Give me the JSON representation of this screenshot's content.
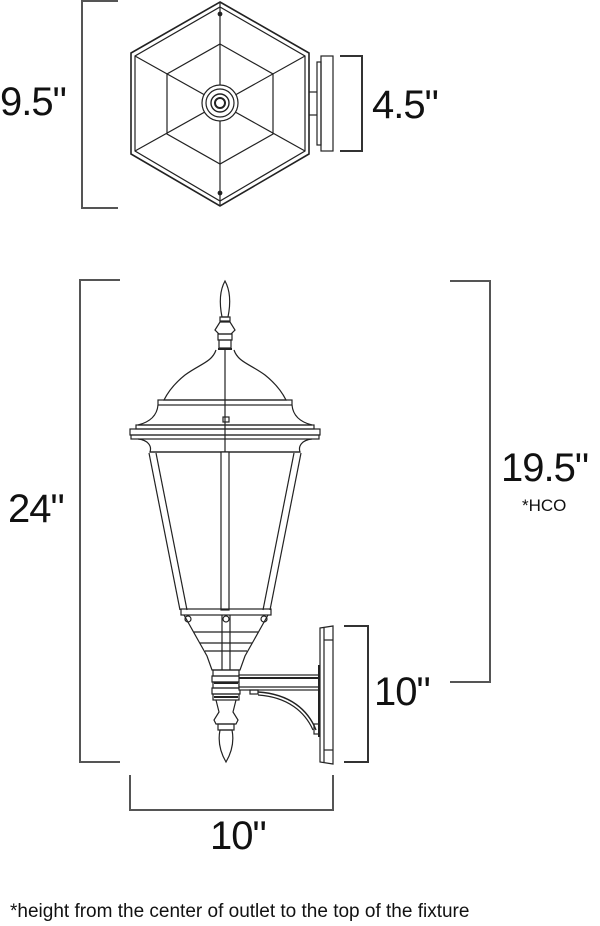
{
  "top_view": {
    "overall_width_label": "9.5\"",
    "backplate_width_label": "4.5\""
  },
  "front_view": {
    "overall_height_label": "24\"",
    "hco_height_label": "19.5\"",
    "hco_note": "*HCO",
    "backplate_height_label": "10\"",
    "extension_label": "10\""
  },
  "footnote": "*height from the center of outlet to the top of the fixture",
  "colors": {
    "line": "#222222",
    "dimension_line": "#555555",
    "background": "#ffffff"
  }
}
